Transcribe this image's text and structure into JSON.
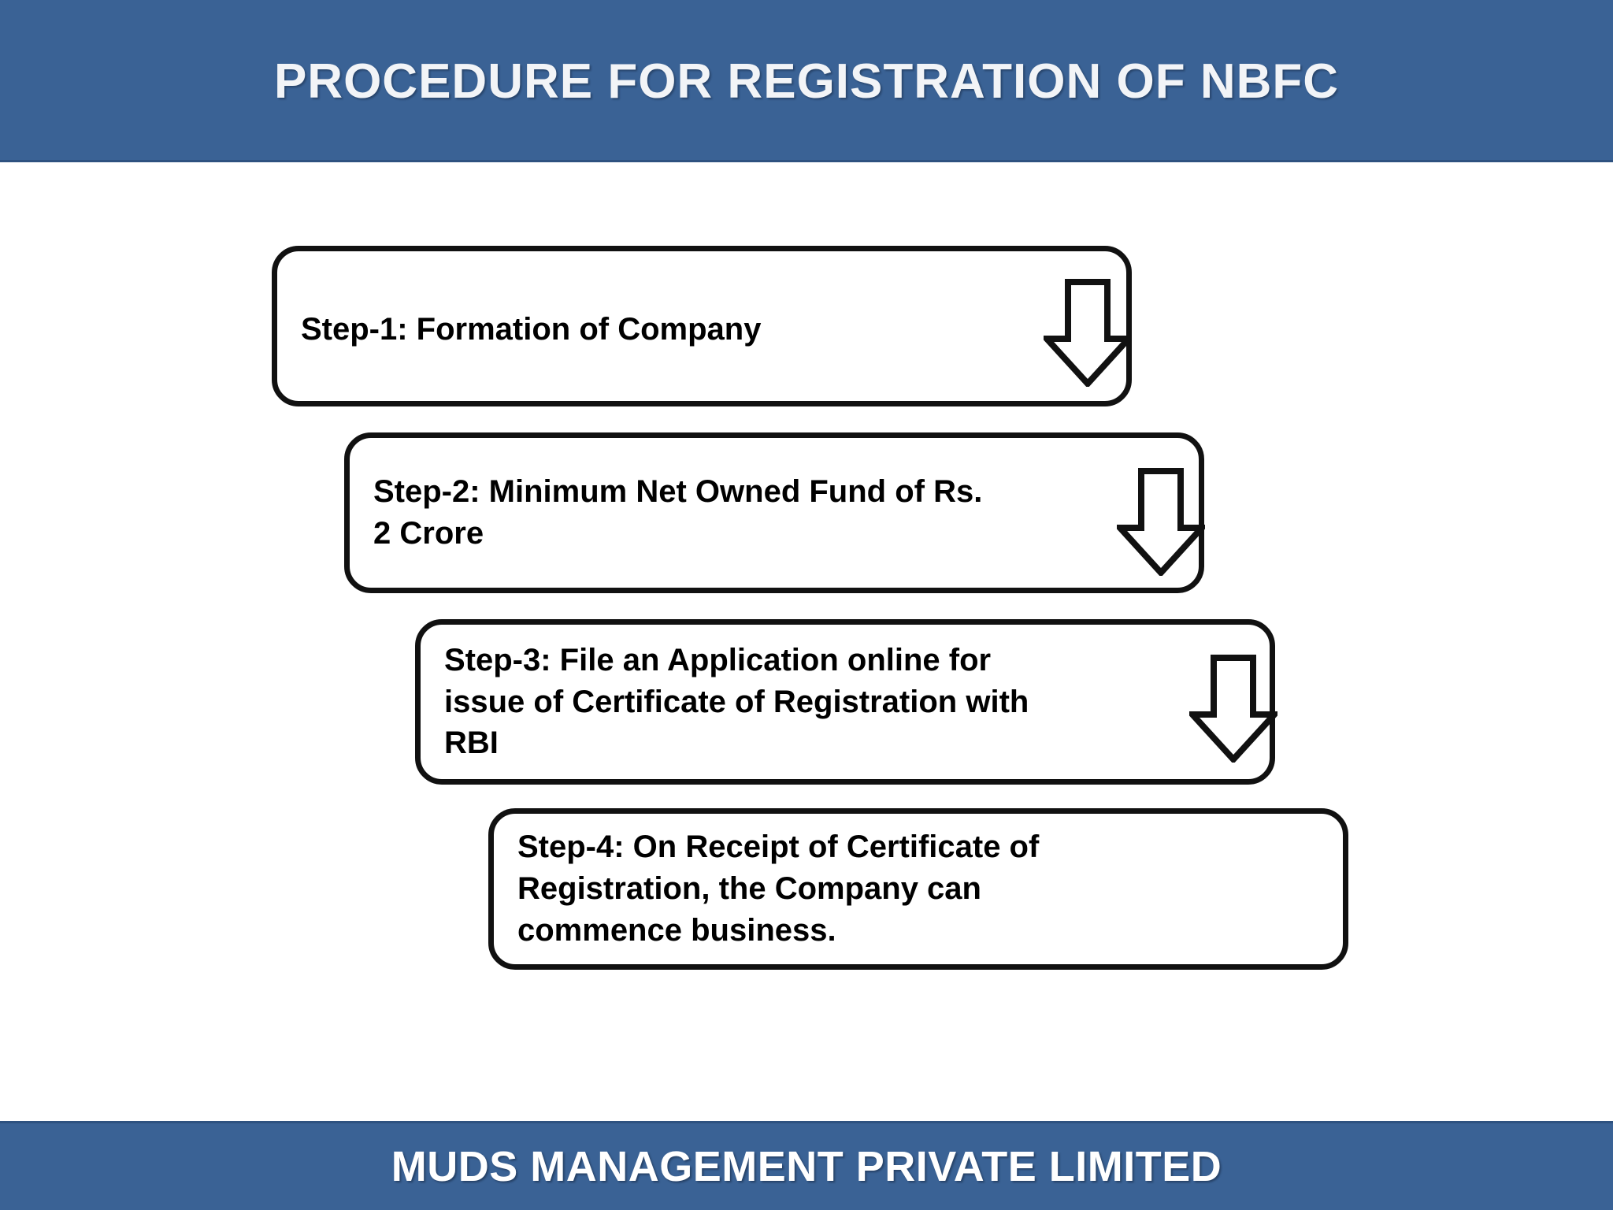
{
  "header": {
    "title": "PROCEDURE FOR REGISTRATION OF NBFC",
    "background_color": "#3A6295",
    "text_color": "#F2F4F7"
  },
  "footer": {
    "title": "MUDS MANAGEMENT PRIVATE LIMITED",
    "background_color": "#3A6295",
    "text_color": "#FFFFFF"
  },
  "slide": {
    "background_color": "#FFFFFF"
  },
  "flow": {
    "box_border_color": "#111111",
    "box_fill_color": "#FFFFFF",
    "arrow_fill_color": "#FFFFFF",
    "arrow_outline_color": "#111111",
    "steps": [
      {
        "id": "step-1",
        "label": "Step-1: Formation of Company"
      },
      {
        "id": "step-2",
        "label": "Step-2: Minimum Net Owned Fund of Rs.\n2 Crore"
      },
      {
        "id": "step-3",
        "label": "Step-3: File an Application online for\nissue of Certificate of Registration with\nRBI"
      },
      {
        "id": "step-4",
        "label": "Step-4: On Receipt of Certificate of\nRegistration, the Company can\ncommence business."
      }
    ],
    "connectors": [
      {
        "id": "arrow-1",
        "from": "step-1",
        "to": "step-2",
        "direction": "down"
      },
      {
        "id": "arrow-2",
        "from": "step-2",
        "to": "step-3",
        "direction": "down"
      },
      {
        "id": "arrow-3",
        "from": "step-3",
        "to": "step-4",
        "direction": "down"
      }
    ]
  }
}
